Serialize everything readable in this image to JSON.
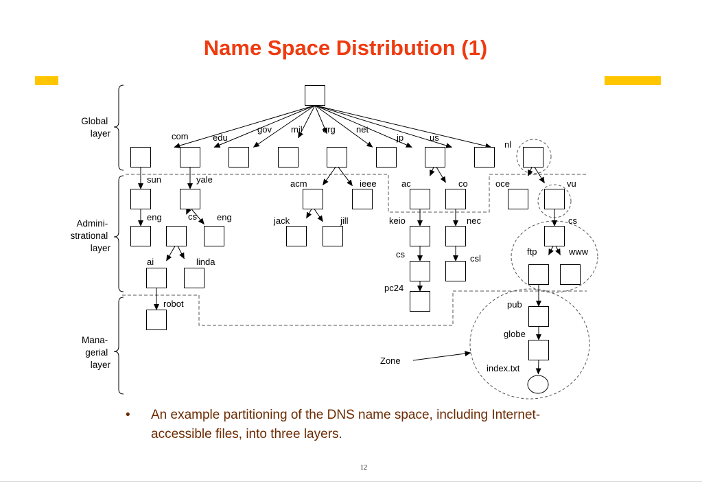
{
  "slide": {
    "title": "Name Space Distribution (1)",
    "bullet_symbol": "•",
    "caption": "An example partitioning of the DNS name space, including Internet-accessible files, into three layers.",
    "page_number": "12"
  },
  "colors": {
    "title": "#ef3a0f",
    "accent": "#ffc600",
    "caption": "#6b2a00",
    "line": "#000000",
    "dashed": "#555555"
  },
  "layers": [
    {
      "id": "global",
      "lines": [
        "Global",
        "layer"
      ]
    },
    {
      "id": "admin",
      "lines": [
        "Admini-",
        "strational",
        "layer"
      ]
    },
    {
      "id": "managerial",
      "lines": [
        "Mana-",
        "gerial",
        "layer"
      ]
    }
  ],
  "zone_label": "Zone",
  "tree": {
    "nodes": [
      {
        "id": "root",
        "shape": "box",
        "label": ""
      },
      {
        "id": "com",
        "shape": "box",
        "label": "com"
      },
      {
        "id": "edu",
        "shape": "box",
        "label": "edu"
      },
      {
        "id": "gov",
        "shape": "box",
        "label": "gov"
      },
      {
        "id": "mil",
        "shape": "box",
        "label": "mil"
      },
      {
        "id": "org",
        "shape": "box",
        "label": "org"
      },
      {
        "id": "net",
        "shape": "box",
        "label": "net"
      },
      {
        "id": "jp",
        "shape": "box",
        "label": "jp"
      },
      {
        "id": "us",
        "shape": "box",
        "label": "us"
      },
      {
        "id": "nl",
        "shape": "box",
        "label": "nl"
      },
      {
        "id": "sun",
        "shape": "box",
        "label": "sun"
      },
      {
        "id": "yale",
        "shape": "box",
        "label": "yale"
      },
      {
        "id": "acm",
        "shape": "box",
        "label": "acm"
      },
      {
        "id": "ieee",
        "shape": "box",
        "label": "ieee"
      },
      {
        "id": "ac",
        "shape": "box",
        "label": "ac"
      },
      {
        "id": "co",
        "shape": "box",
        "label": "co"
      },
      {
        "id": "oce",
        "shape": "box",
        "label": "oce"
      },
      {
        "id": "vu",
        "shape": "box",
        "label": "vu"
      },
      {
        "id": "sun-eng",
        "shape": "box",
        "label": "eng"
      },
      {
        "id": "yale-cs",
        "shape": "box",
        "label": "cs"
      },
      {
        "id": "yale-eng",
        "shape": "box",
        "label": "eng"
      },
      {
        "id": "jack",
        "shape": "box",
        "label": "jack"
      },
      {
        "id": "jill",
        "shape": "box",
        "label": "jill"
      },
      {
        "id": "keio",
        "shape": "box",
        "label": "keio"
      },
      {
        "id": "nec",
        "shape": "box",
        "label": "nec"
      },
      {
        "id": "vu-cs",
        "shape": "box",
        "label": "cs"
      },
      {
        "id": "ai",
        "shape": "box",
        "label": "ai"
      },
      {
        "id": "linda",
        "shape": "box",
        "label": "linda"
      },
      {
        "id": "keio-cs",
        "shape": "box",
        "label": "cs"
      },
      {
        "id": "csl",
        "shape": "box",
        "label": "csl"
      },
      {
        "id": "ftp",
        "shape": "box",
        "label": "ftp"
      },
      {
        "id": "www",
        "shape": "box",
        "label": "www"
      },
      {
        "id": "robot",
        "shape": "box",
        "label": "robot"
      },
      {
        "id": "pc24",
        "shape": "box",
        "label": "pc24"
      },
      {
        "id": "pub",
        "shape": "box",
        "label": "pub"
      },
      {
        "id": "globe",
        "shape": "box",
        "label": "globe"
      },
      {
        "id": "index-txt",
        "shape": "circle",
        "label": "index.txt"
      }
    ],
    "edges": [
      [
        "root",
        "com"
      ],
      [
        "root",
        "edu"
      ],
      [
        "root",
        "gov"
      ],
      [
        "root",
        "mil"
      ],
      [
        "root",
        "org"
      ],
      [
        "root",
        "net"
      ],
      [
        "root",
        "jp"
      ],
      [
        "root",
        "us"
      ],
      [
        "root",
        "nl"
      ],
      [
        "com",
        "sun"
      ],
      [
        "edu",
        "yale"
      ],
      [
        "org",
        "acm"
      ],
      [
        "org",
        "ieee"
      ],
      [
        "jp",
        "ac"
      ],
      [
        "jp",
        "co"
      ],
      [
        "nl",
        "oce"
      ],
      [
        "nl",
        "vu"
      ],
      [
        "sun",
        "sun-eng"
      ],
      [
        "yale",
        "yale-cs"
      ],
      [
        "yale",
        "yale-eng"
      ],
      [
        "acm",
        "jack"
      ],
      [
        "acm",
        "jill"
      ],
      [
        "ac",
        "keio"
      ],
      [
        "co",
        "nec"
      ],
      [
        "vu",
        "vu-cs"
      ],
      [
        "yale-cs",
        "ai"
      ],
      [
        "yale-cs",
        "linda"
      ],
      [
        "keio",
        "keio-cs"
      ],
      [
        "nec",
        "csl"
      ],
      [
        "vu-cs",
        "ftp"
      ],
      [
        "vu-cs",
        "www"
      ],
      [
        "ai",
        "robot"
      ],
      [
        "keio-cs",
        "pc24"
      ],
      [
        "ftp",
        "pub"
      ],
      [
        "pub",
        "globe"
      ],
      [
        "globe",
        "index-txt"
      ]
    ]
  }
}
